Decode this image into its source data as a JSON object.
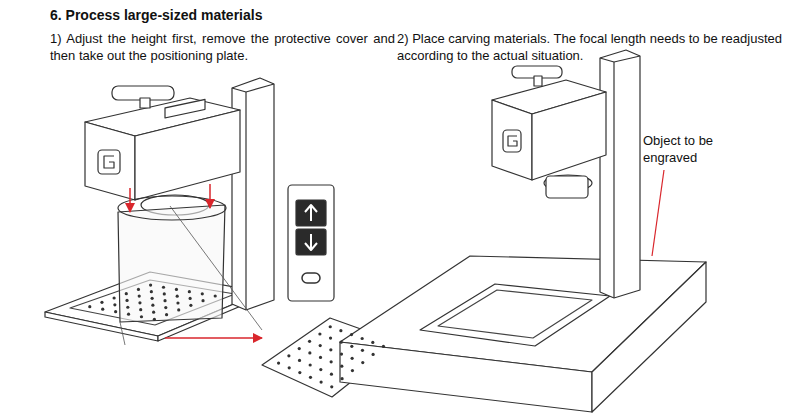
{
  "diagram": {
    "title": "6. Process large-sized materials",
    "labels": [
      "1) Adjust the height first, remove the protective cover and then take out the positioning plate.",
      "2) Place carving materials. The focal length needs to be readjusted according to the actual situation.",
      "Object to be engraved"
    ]
  }
}
